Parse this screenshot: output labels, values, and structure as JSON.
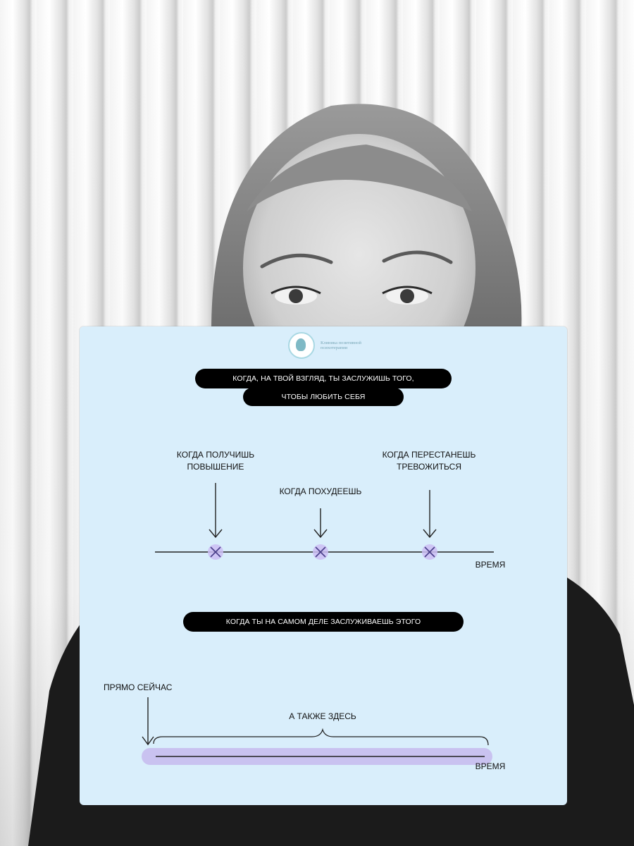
{
  "logo": {
    "text": "Клиника позитивной психотерапии"
  },
  "top_section": {
    "heading_line1": "КОГДА, НА ТВОЙ ВЗГЛЯД, ТЫ ЗАСЛУЖИШЬ ТОГО,",
    "heading_line2": "ЧТОБЫ ЛЮБИТЬ СЕБЯ",
    "markers": [
      {
        "label": "КОГДА ПОЛУЧИШЬ\nПОВЫШЕНИЕ"
      },
      {
        "label": "КОГДА ПОХУДЕЕШЬ"
      },
      {
        "label": "КОГДА ПЕРЕСТАНЕШЬ\nТРЕВОЖИТЬСЯ"
      }
    ],
    "axis_label": "ВРЕМЯ"
  },
  "bottom_section": {
    "heading": "КОГДА ТЫ НА САМОМ ДЕЛЕ ЗАСЛУЖИВАЕШЬ ЭТОГО",
    "now_label": "ПРЯМО СЕЙЧАС",
    "range_label": "А ТАКЖЕ ЗДЕСЬ",
    "axis_label": "ВРЕМЯ"
  },
  "colors": {
    "card_background": "#d9eefb",
    "highlight": "#c9c2f0",
    "marker_glow": "#cbbdf3",
    "pill": "#000000"
  }
}
